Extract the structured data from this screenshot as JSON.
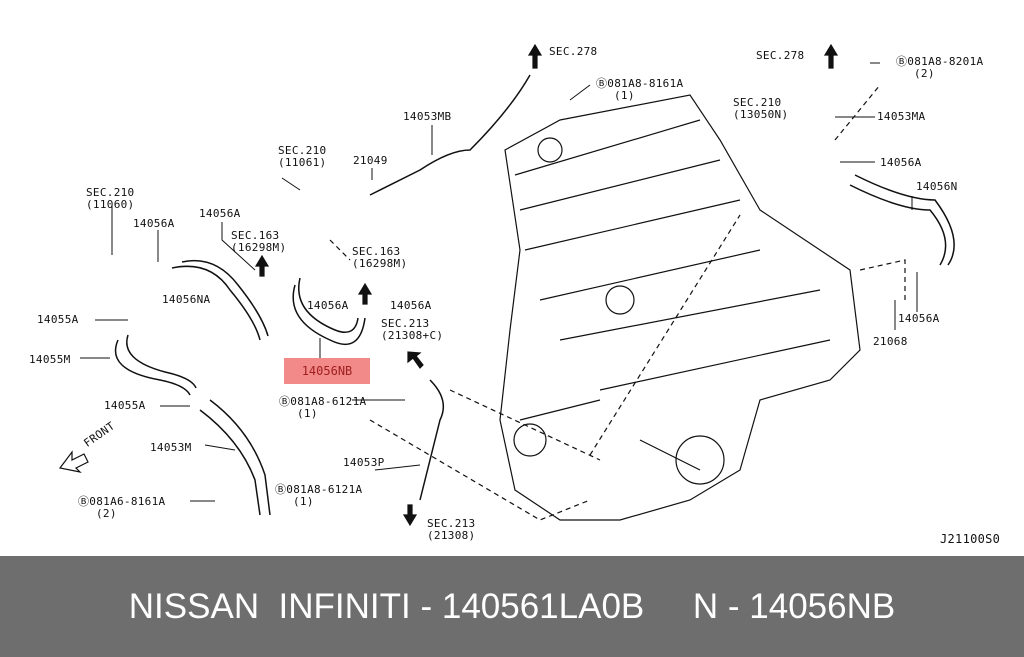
{
  "labels": {
    "sec278_left": "SEC.278",
    "bolt_8161a_top": "Ⓑ081A8-8161A",
    "bolt_8161a_top_qty": "(1)",
    "sec278_right": "SEC.278",
    "bolt_8201a": "Ⓑ081A8-8201A",
    "bolt_8201a_qty": "(2)",
    "p14053mb": "14053MB",
    "sec210_11061": "SEC.210\n(11061)",
    "p21049": "21049",
    "sec210_13050n": "SEC.210\n(13050N)",
    "p14053ma": "14053MA",
    "p14056a_r1": "14056A",
    "p14056n": "14056N",
    "sec210_11060": "SEC.210\n(11060)",
    "p14056a_l1": "14056A",
    "p14056a_l2": "14056A",
    "sec163_a": "SEC.163\n(16298M)",
    "sec163_b": "SEC.163\n(16298M)",
    "p14056na": "14056NA",
    "p14056a_c1": "14056A",
    "p14056a_c2": "14056A",
    "p14055a_1": "14055A",
    "sec213_c": "SEC.213\n(21308+C)",
    "p14056a_r2": "14056A",
    "p21068": "21068",
    "p14055m": "14055M",
    "highlight": "14056NB",
    "bolt_6121a_1": "Ⓑ081A8-6121A",
    "bolt_6121a_1_qty": "(1)",
    "p14055a_2": "14055A",
    "front": "FRONT",
    "p14053m": "14053M",
    "p14053p": "14053P",
    "bolt_6121a_2": "Ⓑ081A8-6121A",
    "bolt_6121a_2_qty": "(1)",
    "bolt_8161a_bottom": "Ⓑ081A6-8161A",
    "bolt_8161a_bottom_qty": "(2)",
    "sec213_b": "SEC.213\n(21308)",
    "diagram_code": "J21100S0"
  },
  "footer": {
    "brand": "NISSAN  INFINITI - 140561LA0B",
    "oem": "N - 14056NB"
  },
  "colors": {
    "highlight": "#f28a8a",
    "footer_bg": "#6e6e6e"
  }
}
